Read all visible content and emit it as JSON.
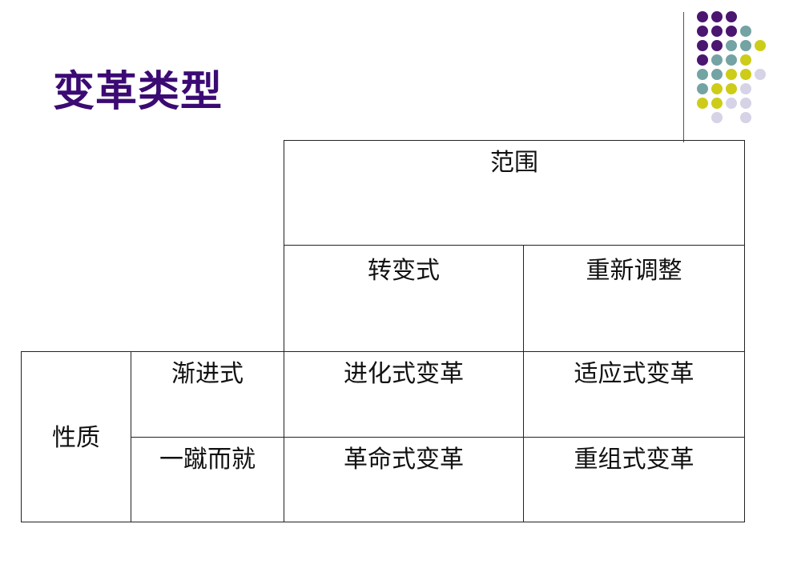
{
  "slide": {
    "title": "变革类型"
  },
  "decor": {
    "colors": {
      "purple": "#4a1670",
      "teal": "#74a3a4",
      "yellow": "#cdcc19",
      "lavender": "#d6d3e6"
    }
  },
  "table": {
    "scope_header": "范围",
    "nature_header": "性质",
    "col_transformational": "转变式",
    "col_realignment": "重新调整",
    "row_incremental": "渐进式",
    "row_punctuated": "一蹴而就",
    "cell_evolution": "进化式变革",
    "cell_adaptation": "适应式变革",
    "cell_revolution": "革命式变革",
    "cell_reconstruction": "重组式变革"
  }
}
